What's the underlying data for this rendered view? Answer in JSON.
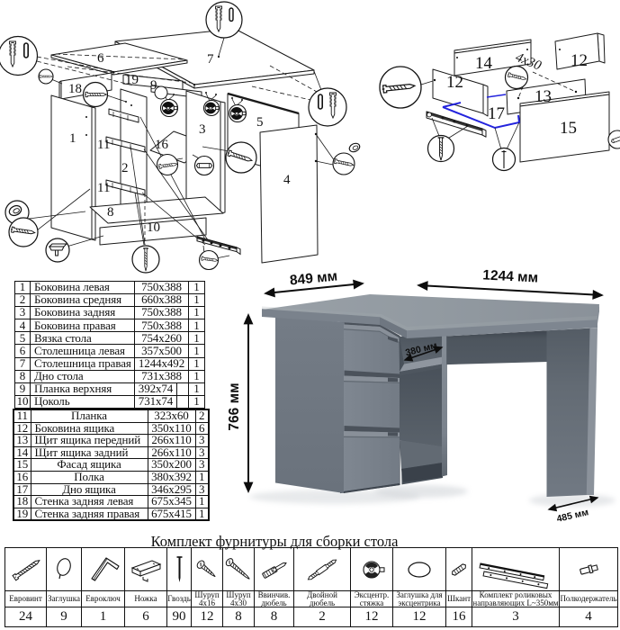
{
  "hardware": {
    "title": "Комплект фурнитуры для сборки стола",
    "items": [
      {
        "icon": "euro-screw-icon",
        "name": "Евровинт",
        "qty": "24"
      },
      {
        "icon": "cap-icon",
        "name": "Заглушка",
        "qty": "9"
      },
      {
        "icon": "hex-key-icon",
        "name": "Евроключ",
        "qty": "1"
      },
      {
        "icon": "foot-icon",
        "name": "Ножка",
        "qty": "6"
      },
      {
        "icon": "nail-icon",
        "name": "Гвоздь",
        "qty": "90"
      },
      {
        "icon": "screw-4x16-icon",
        "name": "Шуруп 4x16",
        "qty": "12"
      },
      {
        "icon": "screw-4x30-icon",
        "name": "Шуруп 4x30",
        "qty": "8"
      },
      {
        "icon": "screw-in-dowel-icon",
        "name": "Ввинчив. дюбель",
        "qty": "8"
      },
      {
        "icon": "double-dowel-icon",
        "name": "Двойной дюбель",
        "qty": "2"
      },
      {
        "icon": "cam-lock-icon",
        "name": "Эксцентр. стяжка",
        "qty": "12"
      },
      {
        "icon": "cam-cap-icon",
        "name": "Заглушка для эксцентрика",
        "qty": "12"
      },
      {
        "icon": "wood-dowel-icon",
        "name": "Шкант",
        "qty": "16"
      },
      {
        "icon": "roller-guides-icon",
        "name": "Комплект роликовых направляющих L~350мм",
        "qty": "3"
      },
      {
        "icon": "shelf-support-icon",
        "name": "Полкодержатель",
        "qty": "4"
      }
    ]
  },
  "parts": {
    "rows": [
      {
        "num": "1",
        "name": "Боковина левая",
        "size": "750x388",
        "qty": "1"
      },
      {
        "num": "2",
        "name": "Боковина средняя",
        "size": "660x388",
        "qty": "1"
      },
      {
        "num": "3",
        "name": "Боковина задняя",
        "size": "750x388",
        "qty": "1"
      },
      {
        "num": "4",
        "name": "Боковина правая",
        "size": "750x388",
        "qty": "1"
      },
      {
        "num": "5",
        "name": "Вязка стола",
        "size": "754x260",
        "qty": "1"
      },
      {
        "num": "6",
        "name": "Столешница левая",
        "size": "357x500",
        "qty": "1"
      },
      {
        "num": "7",
        "name": "Столешница правая",
        "size": "1244x492",
        "qty": "1"
      },
      {
        "num": "8",
        "name": "Дно стола",
        "size": "731x388",
        "qty": "1"
      },
      {
        "num": "9",
        "name": "Планка верхняя",
        "size": "392x74",
        "qty": "1"
      },
      {
        "num": "10",
        "name": "Цоколь",
        "size": "731x74",
        "qty": "1"
      },
      {
        "num": "11",
        "name": "Планка",
        "size": "323x60",
        "qty": "2"
      },
      {
        "num": "12",
        "name": "Боковина ящика",
        "size": "350x110",
        "qty": "6"
      },
      {
        "num": "13",
        "name": "Щит ящика передний",
        "size": "266x110",
        "qty": "3"
      },
      {
        "num": "14",
        "name": "Щит ящика задний",
        "size": "266x110",
        "qty": "3"
      },
      {
        "num": "15",
        "name": "Фасад ящика",
        "size": "350x200",
        "qty": "3"
      },
      {
        "num": "16",
        "name": "Полка",
        "size": "380x392",
        "qty": "1"
      },
      {
        "num": "17",
        "name": "Дно ящика",
        "size": "346x295",
        "qty": "3"
      },
      {
        "num": "18",
        "name": "Стенка задняя левая",
        "size": "675x345",
        "qty": "1"
      },
      {
        "num": "19",
        "name": "Стенка задняя правая",
        "size": "675x415",
        "qty": "1"
      }
    ]
  },
  "desk": {
    "dim_top_left": "849 мм",
    "dim_top_right": "1244 мм",
    "dim_height": "766 мм",
    "dim_shelf": "380 мм",
    "dim_side_right": "485 мм"
  },
  "diagram_cabinet": {
    "labels": [
      {
        "t": "1"
      },
      {
        "t": "2"
      },
      {
        "t": "3"
      },
      {
        "t": "4"
      },
      {
        "t": "5"
      },
      {
        "t": "6"
      },
      {
        "t": "7"
      },
      {
        "t": "8"
      },
      {
        "t": "9"
      },
      {
        "t": "10"
      },
      {
        "t": "11"
      },
      {
        "t": "11"
      },
      {
        "t": "16"
      },
      {
        "t": "18"
      },
      {
        "t": "19"
      }
    ]
  },
  "diagram_drawer": {
    "labels": [
      {
        "t": "12"
      },
      {
        "t": "12"
      },
      {
        "t": "13"
      },
      {
        "t": "14"
      },
      {
        "t": "15"
      },
      {
        "t": "17"
      }
    ],
    "screw_note": "4x30"
  }
}
